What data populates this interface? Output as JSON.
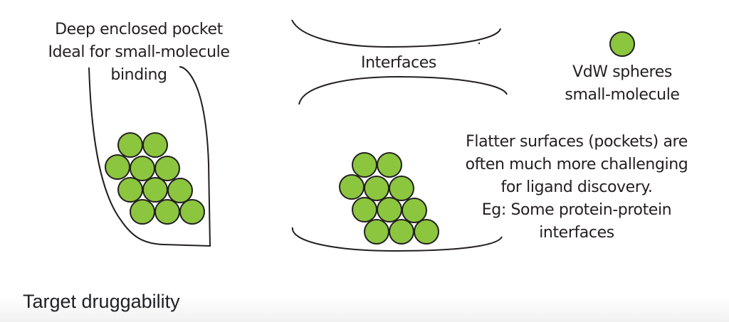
{
  "diagram": {
    "colors": {
      "sphere_fill": "#8cc63f",
      "sphere_stroke": "#231f20",
      "line": "#231f20",
      "text": "#231f20"
    },
    "left_pocket": {
      "label_lines": [
        "Deep enclosed pocket",
        "Ideal for small-molecule",
        "binding"
      ],
      "sphere_count": 11
    },
    "interfaces": {
      "label": "Interfaces"
    },
    "legend": {
      "icon": "vdw-sphere",
      "label_lines": [
        "VdW spheres",
        "small-molecule"
      ]
    },
    "flat_surface": {
      "label_lines": [
        "Flatter surfaces (pockets) are",
        "often much more challenging",
        "for ligand discovery.",
        "Eg: Some protein-protein",
        "interfaces"
      ],
      "sphere_count": 11
    }
  },
  "footer": {
    "title": "Target druggability"
  }
}
